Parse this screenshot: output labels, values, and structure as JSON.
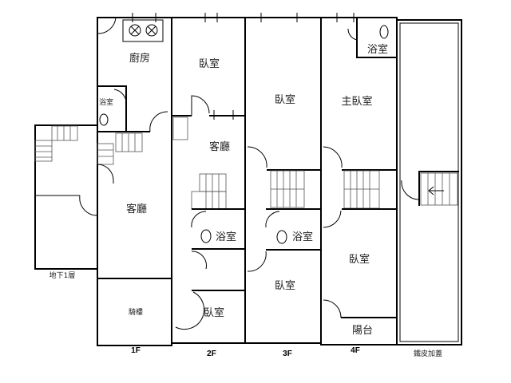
{
  "floors": {
    "basement": {
      "label": "地下1層"
    },
    "f1": {
      "label": "1F",
      "kitchen": "廚房",
      "bath": "浴室",
      "living": "客廳",
      "arcade": "騎樓"
    },
    "f2": {
      "label": "2F",
      "bedroom1": "臥室",
      "living": "客廳",
      "bath": "浴室",
      "bedroom2": "臥室"
    },
    "f3": {
      "label": "3F",
      "bedroom1": "臥室",
      "bath": "浴室",
      "bedroom2": "臥室"
    },
    "f4": {
      "label": "4F",
      "bath": "浴室",
      "master": "主臥室",
      "bedroom": "臥室",
      "balcony": "陽台"
    },
    "roof": {
      "label": "鐵皮加蓋"
    }
  }
}
